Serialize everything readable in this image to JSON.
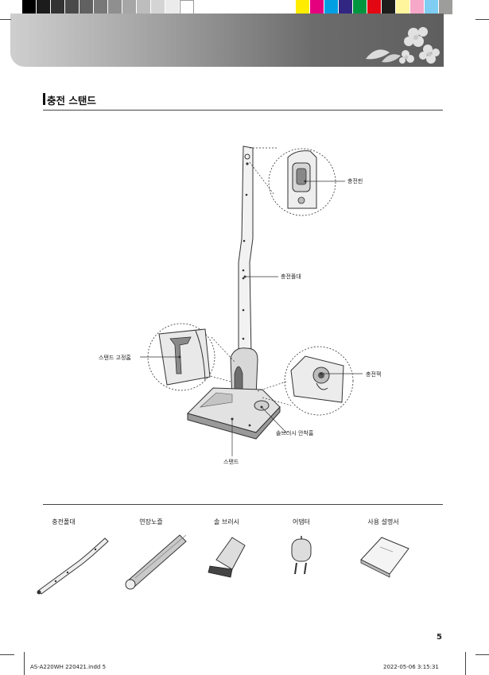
{
  "color_bar": {
    "grays": [
      "#000000",
      "#1c1c1c",
      "#333333",
      "#4a4a4a",
      "#616161",
      "#787878",
      "#8f8f8f",
      "#a6a6a6",
      "#bdbdbd",
      "#d4d4d4",
      "#ebebeb",
      "#ffffff"
    ],
    "colors": [
      "#ffed00",
      "#e5007e",
      "#009fe3",
      "#312783",
      "#00963f",
      "#e30613",
      "#1d1d1b",
      "#fff59d",
      "#f7a8c8",
      "#7fcdf2",
      "#9d9d9c"
    ]
  },
  "section": {
    "title": "충전 스탠드"
  },
  "callouts": {
    "charging_pin": "충전핀",
    "charging_pole": "충전폴대",
    "stand_groove": "스탠드 고정홈",
    "charging_jack": "충전잭",
    "brush_seat": "솔브러시 안착홈",
    "stand": "스탠드"
  },
  "accessories": [
    {
      "label": "충전폴대",
      "icon": "charging-pole-icon"
    },
    {
      "label": "연장노즐",
      "icon": "extension-nozzle-icon"
    },
    {
      "label": "솔 브러시",
      "icon": "brush-icon"
    },
    {
      "label": "어댑터",
      "icon": "adapter-icon"
    },
    {
      "label": "사용 설명서",
      "icon": "manual-icon"
    }
  ],
  "page_number": "5",
  "footer": {
    "file": "AS-A220WH 220421.indd   5",
    "timestamp": "2022-05-06   3:15:31"
  }
}
